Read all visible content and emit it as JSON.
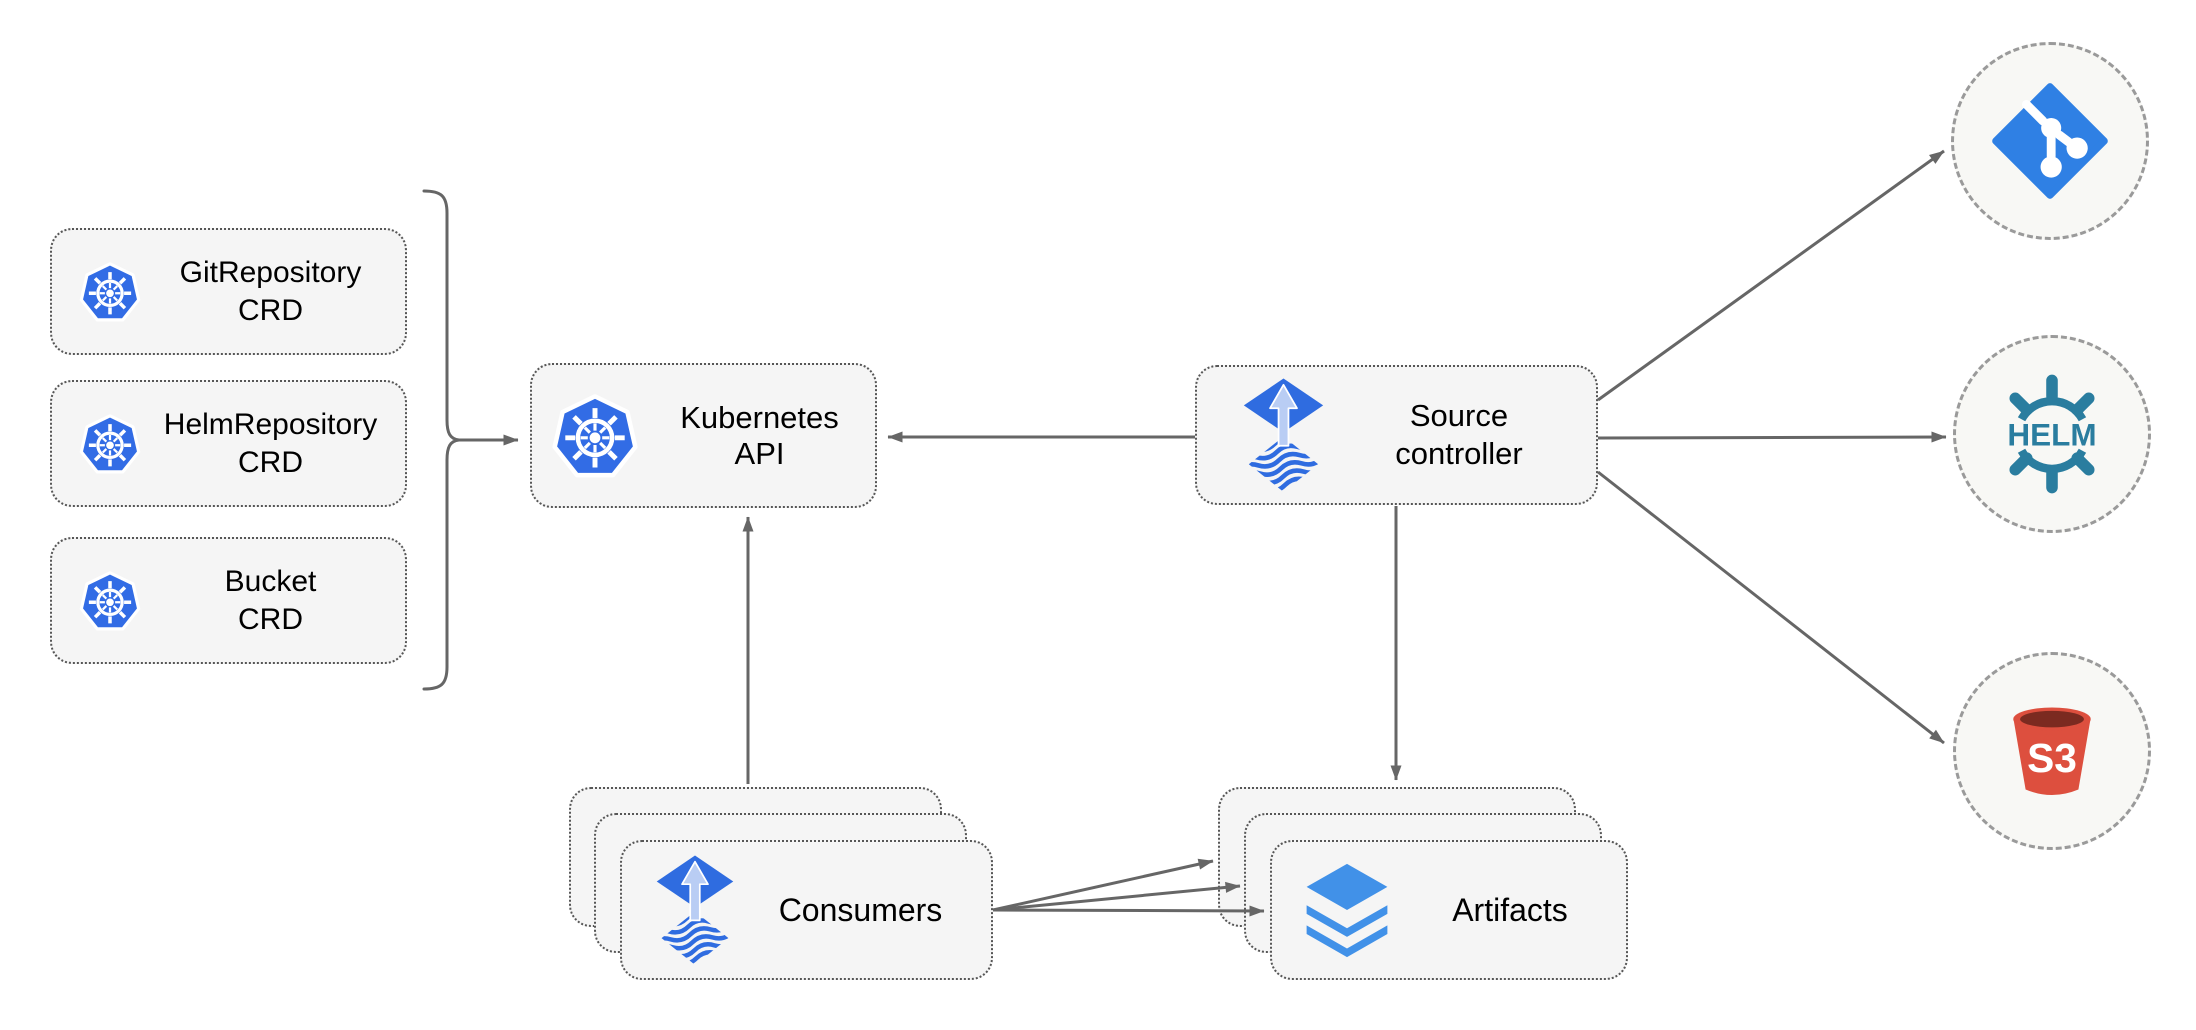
{
  "diagram": {
    "crd_boxes": [
      {
        "line1": "GitRepository",
        "line2": "CRD",
        "icon": "kubernetes-icon"
      },
      {
        "line1": "HelmRepository",
        "line2": "CRD",
        "icon": "kubernetes-icon"
      },
      {
        "line1": "Bucket",
        "line2": "CRD",
        "icon": "kubernetes-icon"
      }
    ],
    "kubernetes_api": {
      "label": "Kubernetes API",
      "icon": "kubernetes-icon"
    },
    "source_controller": {
      "line1": "Source",
      "line2": "controller",
      "icon": "flux-icon"
    },
    "consumers": {
      "label": "Consumers",
      "icon": "flux-icon"
    },
    "artifacts": {
      "label": "Artifacts",
      "icon": "layers-icon"
    },
    "external_endpoints": [
      {
        "icon": "git-icon",
        "text": ""
      },
      {
        "icon": "helm-icon",
        "text": "HELM"
      },
      {
        "icon": "s3-icon",
        "text": "S3"
      }
    ],
    "colors": {
      "box_fill": "#f5f5f5",
      "box_border": "#565656",
      "connector": "#666666",
      "kubernetes_blue": "#326CE5",
      "flux_blue": "#2f6ce0",
      "flux_arrow_light": "#b9cdf4",
      "layers_blue": "#4191e8",
      "git_blue": "#2f80e4",
      "helm_teal": "#2a7d9f",
      "s3_red": "#DD4F3E",
      "s3_dark_red": "#7b2a20",
      "circle_fill": "#f8f8f5",
      "circle_border": "#9a9a9a"
    }
  }
}
